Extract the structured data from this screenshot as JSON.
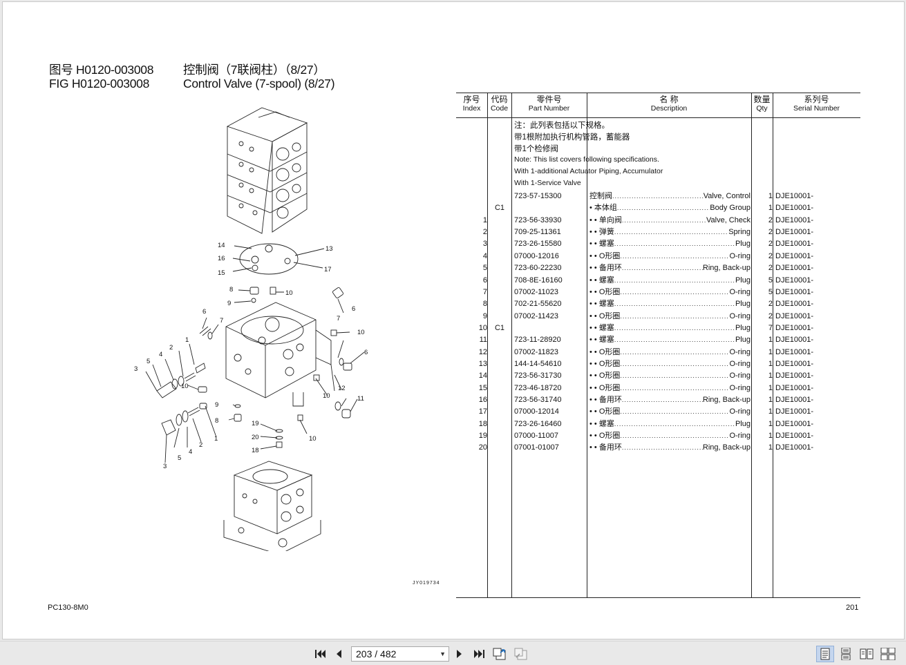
{
  "header": {
    "fig_cn": "图号 H0120-003008",
    "fig_en": "FIG H0120-003008",
    "title_cn": "控制阀（7联阀柱）（8/27）",
    "title_en": "Control Valve (7-spool) (8/27)"
  },
  "diagram": {
    "id": "JY019734",
    "callouts": [
      "14",
      "16",
      "15",
      "13",
      "17",
      "8",
      "9",
      "10",
      "6",
      "7",
      "6",
      "5",
      "4",
      "2",
      "1",
      "3",
      "10",
      "7",
      "10",
      "6",
      "9",
      "8",
      "10",
      "12",
      "11",
      "19",
      "20",
      "18",
      "10",
      "2",
      "1",
      "3",
      "5",
      "4"
    ]
  },
  "table": {
    "headers": [
      {
        "cn": "序号",
        "en": "Index"
      },
      {
        "cn": "代码",
        "en": "Code"
      },
      {
        "cn": "零件号",
        "en": "Part Number"
      },
      {
        "cn": "名 称",
        "en": "Description"
      },
      {
        "cn": "数量",
        "en": "Qty"
      },
      {
        "cn": "系列号",
        "en": "Serial Number"
      }
    ],
    "notes": [
      {
        "text": "注：此列表包括以下规格。",
        "lang": "cn"
      },
      {
        "text": "带1根附加执行机构管路，蓄能器",
        "lang": "cn"
      },
      {
        "text": "带1个检修阀",
        "lang": "cn"
      },
      {
        "text": "Note: This list covers following specifications.",
        "lang": "en"
      },
      {
        "text": "With 1-additional Actuator Piping, Accumulator",
        "lang": "en"
      },
      {
        "text": "With 1-Service Valve",
        "lang": "en"
      }
    ],
    "rows": [
      {
        "idx": "",
        "code": "",
        "pn": "723-57-15300",
        "cn": "控制阀",
        "en": "Valve, Control",
        "qty": "1",
        "ser": "DJE10001-"
      },
      {
        "idx": "",
        "code": "C1",
        "pn": "",
        "cn": "• 本体组",
        "en": "Body Group",
        "qty": "1",
        "ser": "DJE10001-"
      },
      {
        "idx": "1",
        "code": "",
        "pn": "723-56-33930",
        "cn": "• • 单向阀",
        "en": "Valve, Check",
        "qty": "2",
        "ser": "DJE10001-"
      },
      {
        "idx": "2",
        "code": "",
        "pn": "709-25-11361",
        "cn": "• • 弹簧",
        "en": "Spring",
        "qty": "2",
        "ser": "DJE10001-"
      },
      {
        "idx": "3",
        "code": "",
        "pn": "723-26-15580",
        "cn": "• • 螺塞",
        "en": "Plug",
        "qty": "2",
        "ser": "DJE10001-"
      },
      {
        "idx": "4",
        "code": "",
        "pn": "07000-12016",
        "cn": "• • O形圈",
        "en": "O-ring",
        "qty": "2",
        "ser": "DJE10001-"
      },
      {
        "idx": "5",
        "code": "",
        "pn": "723-60-22230",
        "cn": "• • 备用环",
        "en": "Ring, Back-up",
        "qty": "2",
        "ser": "DJE10001-"
      },
      {
        "idx": "6",
        "code": "",
        "pn": "708-8E-16160",
        "cn": "• • 螺塞",
        "en": "Plug",
        "qty": "5",
        "ser": "DJE10001-"
      },
      {
        "idx": "7",
        "code": "",
        "pn": "07002-11023",
        "cn": "• • O形圈",
        "en": "O-ring",
        "qty": "5",
        "ser": "DJE10001-"
      },
      {
        "idx": "8",
        "code": "",
        "pn": "702-21-55620",
        "cn": "• • 螺塞",
        "en": "Plug",
        "qty": "2",
        "ser": "DJE10001-"
      },
      {
        "idx": "9",
        "code": "",
        "pn": "07002-11423",
        "cn": "• • O形圈",
        "en": "O-ring",
        "qty": "2",
        "ser": "DJE10001-"
      },
      {
        "idx": "10",
        "code": "C1",
        "pn": "",
        "cn": "• • 螺塞",
        "en": "Plug",
        "qty": "7",
        "ser": "DJE10001-"
      },
      {
        "idx": "11",
        "code": "",
        "pn": "723-11-28920",
        "cn": "• • 螺塞",
        "en": "Plug",
        "qty": "1",
        "ser": "DJE10001-"
      },
      {
        "idx": "12",
        "code": "",
        "pn": "07002-11823",
        "cn": "• • O形圈",
        "en": "O-ring",
        "qty": "1",
        "ser": "DJE10001-"
      },
      {
        "idx": "13",
        "code": "",
        "pn": "144-14-54610",
        "cn": "• • O形圈",
        "en": "O-ring",
        "qty": "1",
        "ser": "DJE10001-"
      },
      {
        "idx": "14",
        "code": "",
        "pn": "723-56-31730",
        "cn": "• • O形圈",
        "en": "O-ring",
        "qty": "1",
        "ser": "DJE10001-"
      },
      {
        "idx": "15",
        "code": "",
        "pn": "723-46-18720",
        "cn": "• • O形圈",
        "en": "O-ring",
        "qty": "1",
        "ser": "DJE10001-"
      },
      {
        "idx": "16",
        "code": "",
        "pn": "723-56-31740",
        "cn": "• • 备用环",
        "en": "Ring, Back-up",
        "qty": "1",
        "ser": "DJE10001-"
      },
      {
        "idx": "17",
        "code": "",
        "pn": "07000-12014",
        "cn": "• • O形圈",
        "en": "O-ring",
        "qty": "1",
        "ser": "DJE10001-"
      },
      {
        "idx": "18",
        "code": "",
        "pn": "723-26-16460",
        "cn": "• • 螺塞",
        "en": "Plug",
        "qty": "1",
        "ser": "DJE10001-"
      },
      {
        "idx": "19",
        "code": "",
        "pn": "07000-11007",
        "cn": "• • O形圈",
        "en": "O-ring",
        "qty": "1",
        "ser": "DJE10001-"
      },
      {
        "idx": "20",
        "code": "",
        "pn": "07001-01007",
        "cn": "• • 备用环",
        "en": "Ring, Back-up",
        "qty": "1",
        "ser": "DJE10001-"
      }
    ]
  },
  "footer": {
    "model": "PC130-8M0",
    "page_number": "201"
  },
  "toolbar": {
    "page_indicator": "203 / 482",
    "icons": [
      "first-page-icon",
      "prev-page-icon",
      "next-page-icon",
      "last-page-icon",
      "previous-view-icon",
      "next-view-icon",
      "single-page-icon",
      "continuous-icon",
      "facing-icon",
      "continuous-facing-icon"
    ]
  }
}
